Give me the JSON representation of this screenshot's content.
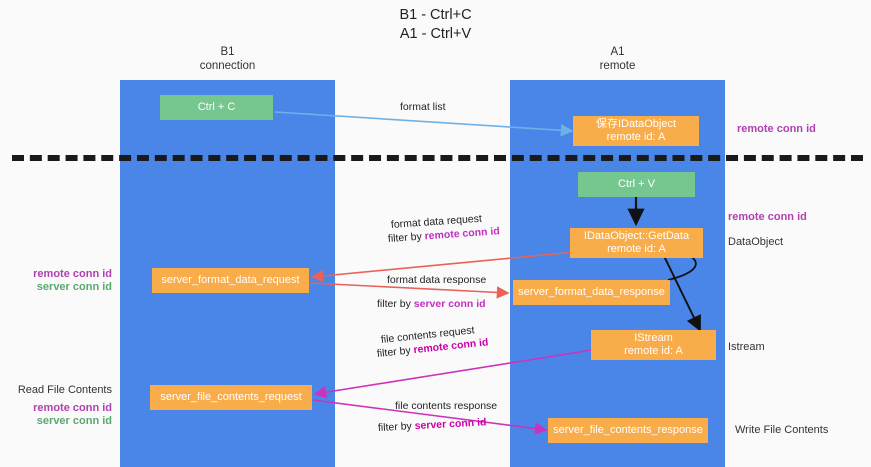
{
  "heading": "B1 - Ctrl+C\nA1 - Ctrl+V",
  "lanes": [
    {
      "name": "b1",
      "title": "B1\nconnection"
    },
    {
      "name": "a1",
      "title": "A1\nremote"
    }
  ],
  "nodes": {
    "ctrl_c": {
      "label": "Ctrl + C",
      "color": "#76c68f"
    },
    "idataobject_top": {
      "label": "保存IDataObject\nremote id: A",
      "color": "#f9ac4a"
    },
    "ctrl_v": {
      "label": "Ctrl + V",
      "color": "#76c68f"
    },
    "getdata": {
      "label": "IDataObject::GetData\nremote id: A",
      "color": "#f9ac4a"
    },
    "sfdreq": {
      "label": "server_format_data_request",
      "color": "#f9ac4a"
    },
    "sfdresp": {
      "label": "server_format_data_response",
      "color": "#f9ac4a"
    },
    "istream": {
      "label": "IStream\nremote id: A",
      "color": "#f9ac4a"
    },
    "sfcreq": {
      "label": "server_file_contents_request",
      "color": "#f9ac4a"
    },
    "sfcresp": {
      "label": "server_file_contents_response",
      "color": "#f9ac4a"
    }
  },
  "edge_labels": {
    "format_list": "format list",
    "format_data_request": "format data request",
    "format_data_request_filter_pre": "filter by ",
    "format_data_request_filter_key": "remote conn id",
    "format_data_response": "format data response",
    "format_data_response_filter_pre": "filter by ",
    "format_data_response_filter_key": "server conn id",
    "file_contents_request": "file contents request",
    "file_contents_request_filter_pre": "filter by ",
    "file_contents_request_filter_key": "remote conn id",
    "file_contents_response": "file contents response",
    "file_contents_response_filter_pre": "filter by ",
    "file_contents_response_filter_key": "server conn id"
  },
  "annotations": {
    "right_remote_conn_id_top": "remote conn id",
    "right_remote_conn_id_mid": "remote conn id",
    "right_dataobject": "DataObject",
    "right_istream": "Istream",
    "right_write_file_contents": "Write File Contents",
    "left_remote_conn_id": "remote conn id",
    "left_server_conn_id": "server conn id",
    "left_read_file_contents": "Read File Contents",
    "left_remote_conn_id_2": "remote conn id",
    "left_server_conn_id_2": "server conn id"
  },
  "colors": {
    "lane": "#4a86e8",
    "green_node": "#76c68f",
    "orange_node": "#f9ac4a",
    "purple_text": "#b040b0",
    "green_text": "#5aa86f",
    "blue_arrow": "#6fb0e8",
    "red_arrow": "#e8625a",
    "magenta_arrow": "#cc33bb",
    "black_arrow": "#111111",
    "separator": "#1a1a1a"
  }
}
